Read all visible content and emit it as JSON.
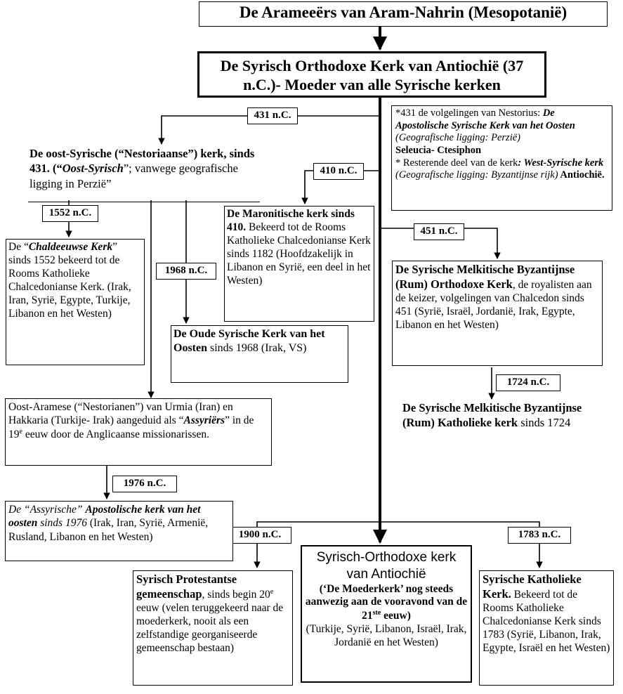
{
  "top": {
    "title": "De Arameeërs van Aram-Nahrin (Mesopotanië)"
  },
  "mother": {
    "title": "De Syrisch Orthodoxe Kerk van Antiochië (37 n.C.)- Moeder van alle Syrische kerken"
  },
  "dates": {
    "d431": "431 n.C.",
    "d410": "410 n.C.",
    "d1552": "1552 n.C.",
    "d1968": "1968 n.C.",
    "d451": "451 n.C.",
    "d1724": "1724 n.C.",
    "d1976": "1976 n.C.",
    "d1900": "1900 n.C.",
    "d1783": "1783 n.C."
  },
  "note": {
    "p1": "*431 de volgelingen van Nestorius: ",
    "p2": "De Apostolische Syrische Kerk van het Oosten",
    "p3": " (Geografische ligging: Perzië)",
    "p4": "Seleucia- Ctesiphon",
    "p5": "* Resterende deel van de kerk",
    "p6": ": West-Syrische kerk",
    "p7": " (Geografische ligging: Byzantijnse rijk)",
    "p8": " Antiochië."
  },
  "east": {
    "p1": "De oost-Syrische (“Nestoriaanse”) kerk, sinds 431. (“",
    "p2": "Oost-Syrisch",
    "p3": "”; vanwege geografische ligging in Perzië”"
  },
  "maronite": {
    "p1": "De Maronitische kerk sinds 410.",
    "p2": " Bekeerd tot de Rooms Katholieke Chalcedonianse Kerk sinds 1182 (Hoofdzakelijk in Libanon en Syrië, een deel in het Westen)"
  },
  "chaldean": {
    "p1": "De “",
    "p2": "Chaldeeuwse Kerk",
    "p3": "” sinds 1552 bekeerd tot de Rooms Katholieke Chalcedonianse Kerk. (Irak, Iran, Syrië, Egypte, Turkije, Libanon en het Westen)"
  },
  "oldeast": {
    "p1": "De Oude Syrische Kerk van het Oosten",
    "p2": " sinds 1968 (Irak, VS)"
  },
  "melkite": {
    "p1": "De Syrische Melkitische Byzantijnse (Rum) Orthodoxe Kerk",
    "p2": ", de royalisten aan de keizer, volgelingen van Chalcedon sinds 451 (Syrië, Israël, Jordanië, Irak, Egypte, Libanon en het Westen)"
  },
  "melkitecath": {
    "p1": "De Syrische Melkitische Byzantijnse (Rum) Katholieke kerk",
    "p2": " sinds 1724"
  },
  "urmia": {
    "p1": "Oost-Aramese (“Nestorianen”) van Urmia (Iran) en Hakkaria (Turkije- Irak) aangeduid als “",
    "p2": "Assyriërs",
    "p3": "” in de 19",
    "p3sup": "e",
    "p4": " eeuw door de Anglicaanse missionarissen."
  },
  "assyrian": {
    "p1": "De “Assyrische” ",
    "p2": "Apostolische kerk van het oosten",
    "p3": " sinds 1976",
    "p4": " (Irak, Iran, Syrië, Armenië, Rusland, Libanon en het Westen)"
  },
  "protestant": {
    "p1": "Syrisch Protestantse gemeenschap",
    "p2": ", sinds begin 20",
    "p2sup": "e",
    "p3": " eeuw (velen teruggekeerd naar de moederkerk, nooit als een zelfstandige georganiseerde gemeenschap bestaan)"
  },
  "orthodox": {
    "p1": "Syrisch-Orthodoxe kerk van Antiochië",
    "p2": "(‘De Moederkerk’ nog steeds aanwezig aan de vooravond van de 21",
    "p2sup": "ste",
    "p3": " eeuw)",
    "p4": "(Turkije, Syrië, Libanon, Israël, Irak, Jordanië en het Westen)"
  },
  "catholic": {
    "p1": "Syrische Katholieke Kerk.",
    "p2": " Bekeerd tot de Rooms Katholieke Chalcedonianse Kerk sinds 1783 (Syrië, Libanon, Irak, Egypte, Israël en het Westen)"
  }
}
